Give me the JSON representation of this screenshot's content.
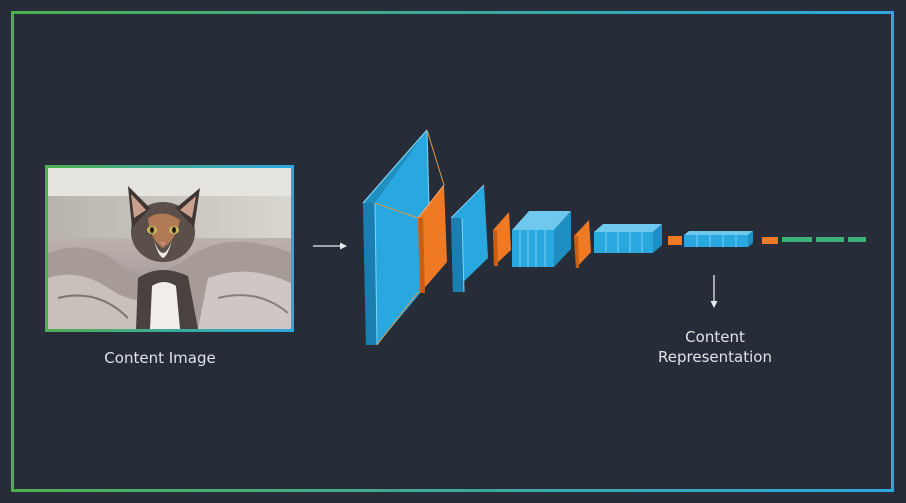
{
  "labels": {
    "content_image": "Content Image",
    "content_representation_line1": "Content",
    "content_representation_line2": "Representation"
  },
  "colors": {
    "background": "#272d38",
    "frame_green": "#4fae4f",
    "frame_blue": "#2ea7e0",
    "conv_blue": "#29a8df",
    "pool_orange": "#f07a23",
    "fc_green": "#3bb07a",
    "text": "#dfe3e8"
  },
  "icons": {
    "input_arrow": "arrow-right-icon",
    "output_arrow": "arrow-down-icon"
  }
}
